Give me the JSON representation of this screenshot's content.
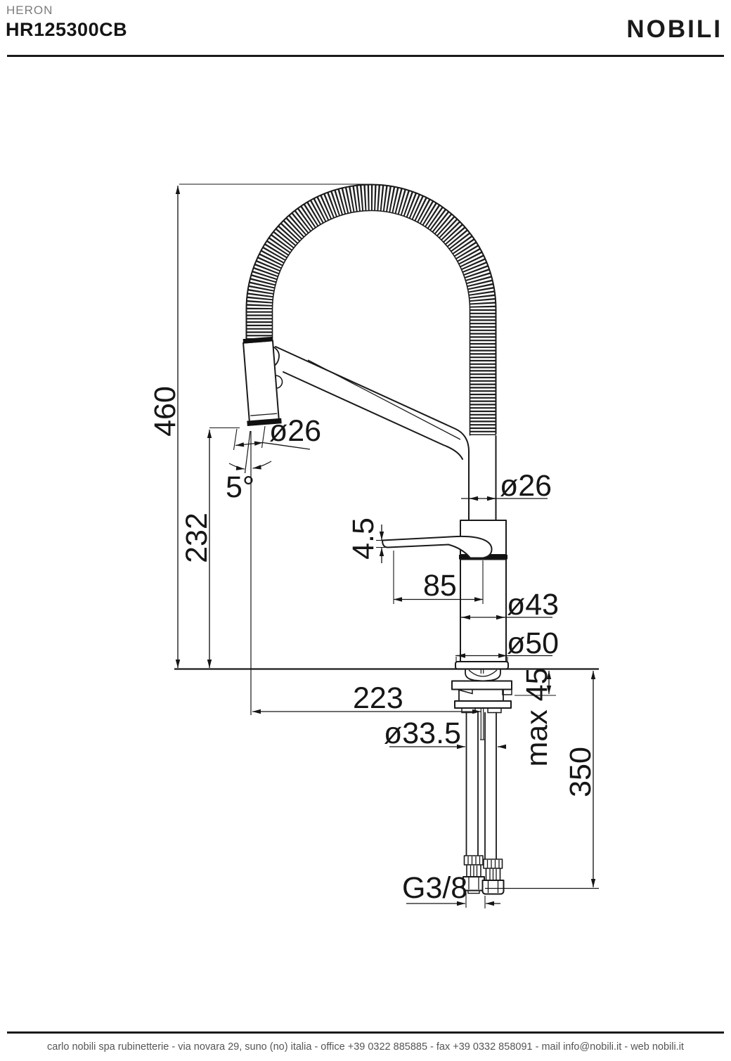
{
  "header": {
    "series": "HERON",
    "model": "HR125300CB",
    "brand": "NOBILI"
  },
  "drawing": {
    "type": "faucet technical drawing, front view with dimensions",
    "labels": {
      "total_height": "460",
      "spout_height": "232",
      "spray_tip_diameter": "ø26",
      "spray_angle": "5°",
      "pipe_diameter": "ø26",
      "lever_thickness": "4.5",
      "lever_length": "85",
      "body_diameter": "ø43",
      "base_diameter": "ø50",
      "spout_reach": "223",
      "hole_diameter": "ø33.5",
      "deck_thickness": "max 45",
      "hose_length": "350",
      "thread_size": "G3/8"
    }
  },
  "footer": {
    "text": "carlo nobili spa rubinetterie - via novara 29, suno (no) italia - office +39 0322 885885 - fax +39 0332 858091 - mail info@nobili.it - web nobili.it"
  },
  "colors": {
    "line": "#1a1a1a",
    "series_gray": "#7c7c7c",
    "footer_gray": "#555555"
  }
}
